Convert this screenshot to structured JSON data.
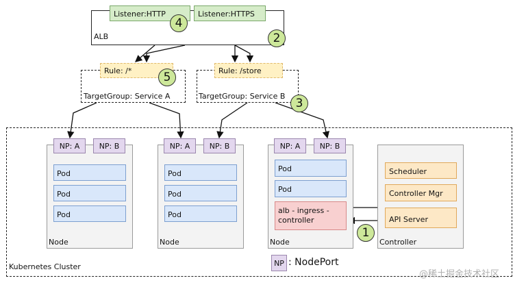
{
  "alb": {
    "label": "ALB",
    "listener_http": "Listener:HTTP",
    "listener_https": "Listener:HTTPS"
  },
  "target_groups": {
    "a": {
      "rule": "Rule: /*",
      "label": "TargetGroup: Service A"
    },
    "b": {
      "rule": "Rule: /store",
      "label": "TargetGroup: Service B"
    }
  },
  "cluster": {
    "label": "Kubernetes Cluster",
    "np_a": "NP: A",
    "np_b": "NP: B",
    "pod": "Pod",
    "node_label": "Node",
    "alb_controller_line1": "alb - ingress -",
    "alb_controller_line2": "controller",
    "controller": {
      "label": "Controller",
      "scheduler": "Scheduler",
      "controller_mgr": "Controller Mgr",
      "api_server": "API Server"
    }
  },
  "legend": {
    "np": "NP",
    "text": ": NodePort"
  },
  "badges": [
    "1",
    "2",
    "3",
    "4",
    "5"
  ],
  "watermark": "@稀土掘金技术社区"
}
